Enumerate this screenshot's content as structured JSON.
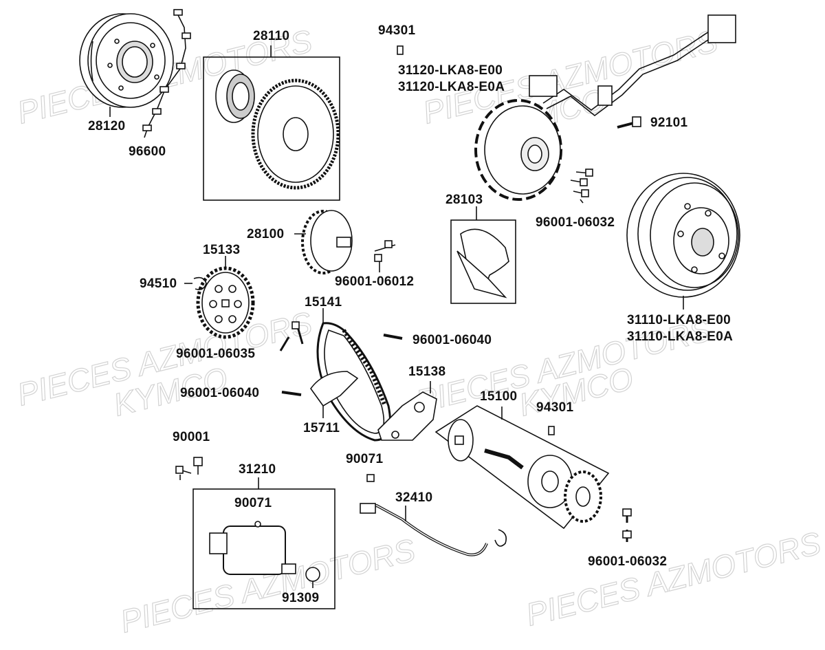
{
  "watermarks": {
    "brand_text": "PIECES AZMOTORS",
    "make_text": "KYMCO"
  },
  "parts": {
    "p28110": "28110",
    "p28120": "28120",
    "p96600": "96600",
    "p94301_top": "94301",
    "p31120_a": "31120-LKA8-E00",
    "p31120_b": "31120-LKA8-E0A",
    "p92101": "92101",
    "p28103": "28103",
    "p96001_06032_top": "96001-06032",
    "p28100": "28100",
    "p15133": "15133",
    "p94510": "94510",
    "p96001_06012": "96001-06012",
    "p15141": "15141",
    "p31110_a": "31110-LKA8-E00",
    "p31110_b": "31110-LKA8-E0A",
    "p96001_06040_right": "96001-06040",
    "p96001_06035": "96001-06035",
    "p15138": "15138",
    "p96001_06040_left": "96001-06040",
    "p15711": "15711",
    "p15100": "15100",
    "p94301_mid": "94301",
    "p90001": "90001",
    "p90071_mid": "90071",
    "p31210": "31210",
    "p90071_box": "90071",
    "p32410": "32410",
    "p96001_06032_bottom": "96001-06032",
    "p91309": "91309"
  }
}
